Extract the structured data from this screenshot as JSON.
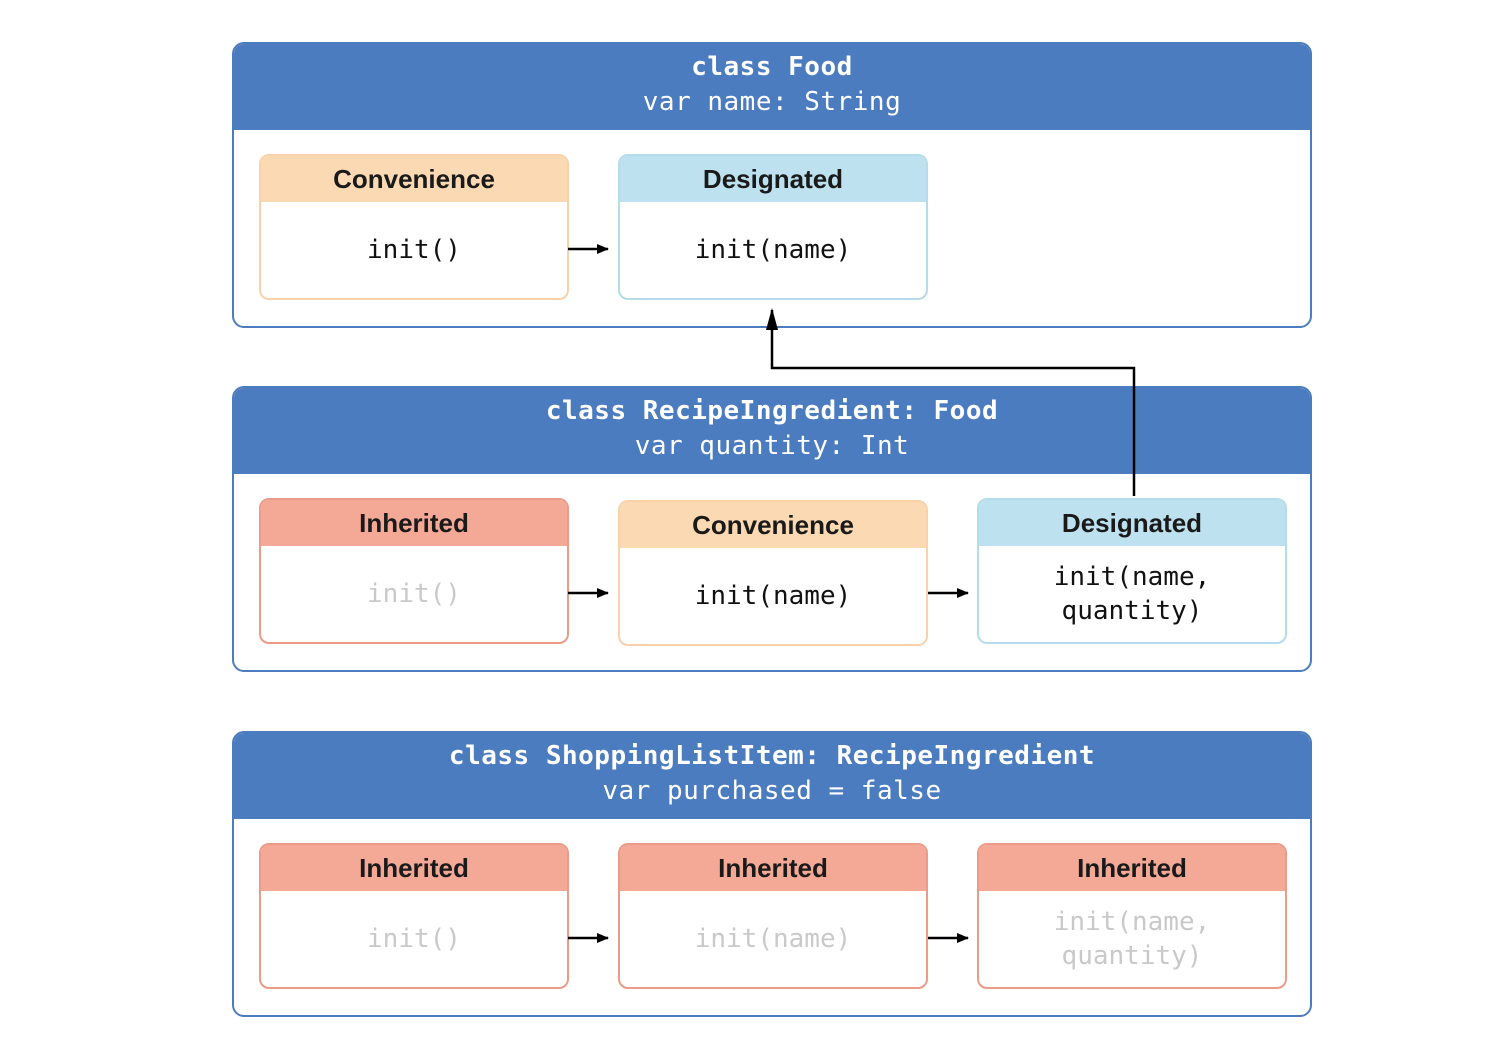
{
  "panels": [
    {
      "title": "class Food",
      "subtitle": "var name: String",
      "boxes": [
        {
          "kind": "Convenience",
          "body": "init()"
        },
        {
          "kind": "Designated",
          "body": "init(name)"
        }
      ]
    },
    {
      "title": "class RecipeIngredient: Food",
      "subtitle": "var quantity: Int",
      "boxes": [
        {
          "kind": "Inherited",
          "body": "init()"
        },
        {
          "kind": "Convenience",
          "body": "init(name)"
        },
        {
          "kind": "Designated",
          "body": "init(name,\nquantity)"
        }
      ]
    },
    {
      "title": "class ShoppingListItem: RecipeIngredient",
      "subtitle": "var purchased = false",
      "boxes": [
        {
          "kind": "Inherited",
          "body": "init()"
        },
        {
          "kind": "Inherited",
          "body": "init(name)"
        },
        {
          "kind": "Inherited",
          "body": "init(name,\nquantity)"
        }
      ]
    }
  ],
  "colors": {
    "panel_blue": "#4c7cc0",
    "convenience": "#fbd9b3",
    "designated": "#bde1ee",
    "inherited": "#f4a896",
    "inherited_text": "#c9c9c9",
    "arrow": "#000000"
  }
}
